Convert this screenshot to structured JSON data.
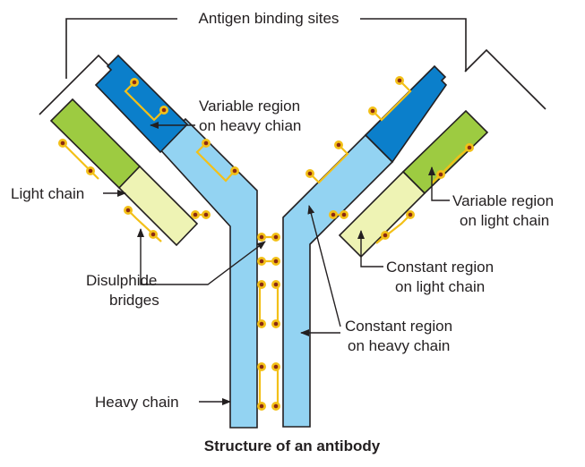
{
  "labels": {
    "antigen_binding_sites": "Antigen binding sites",
    "variable_heavy_line1": "Variable region",
    "variable_heavy_line2": "on heavy chian",
    "light_chain": "Light chain",
    "disulphide_line1": "Disulphide",
    "disulphide_line2": "bridges",
    "variable_light_line1": "Variable region",
    "variable_light_line2": "on light chain",
    "constant_light_line1": "Constant region",
    "constant_light_line2": "on light chain",
    "constant_heavy_line1": "Constant region",
    "constant_heavy_line2": "on heavy chain",
    "heavy_chain": "Heavy chain"
  },
  "caption": "Structure of an antibody",
  "colors": {
    "heavy_chain": "#93d3f2",
    "variable_heavy": "#0b7fcb",
    "variable_light": "#9dcb41",
    "constant_light": "#eef3b4",
    "disulphide_bond": "#f3c018",
    "bond_center": "#8a2a12"
  }
}
